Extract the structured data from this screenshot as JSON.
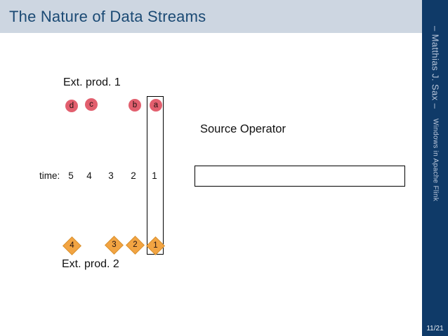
{
  "titlebar": {
    "title": "The Nature of Data Streams"
  },
  "sidebar": {
    "author": "– Matthias J. Sax –",
    "deck_title": "Windows in Apache Flink",
    "page_number": "11/21"
  },
  "diagram": {
    "producer1_label": "Ext. prod. 1",
    "producer2_label": "Ext. prod. 2",
    "source_operator_label": "Source Operator",
    "time_label": "time:",
    "time_ticks": [
      "5",
      "4",
      "3",
      "2",
      "1"
    ],
    "stream1_events": [
      "d",
      "c",
      "b",
      "a"
    ],
    "stream2_events": [
      "4",
      "3",
      "2",
      "1"
    ]
  },
  "colors": {
    "titlebar_bg": "#cdd6e1",
    "title_text": "#1b4a74",
    "sidebar_bg": "#0f3a68",
    "sidebar_text": "#b9c6da",
    "page_number_text": "#eef2f7",
    "event_circle_fill": "#e25f6e",
    "event_diamond_fill": "#f2a442",
    "event_diamond_border": "#d8902c"
  }
}
